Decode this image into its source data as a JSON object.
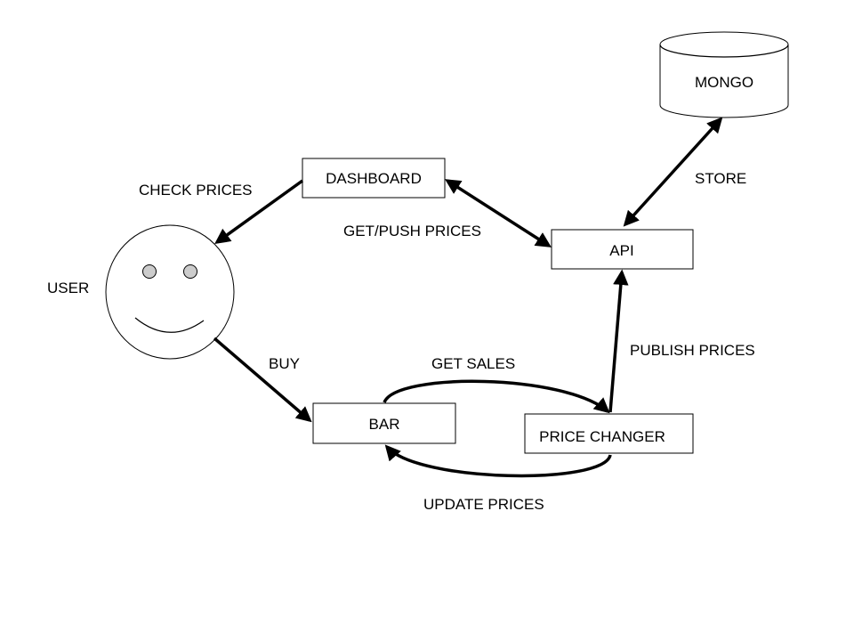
{
  "nodes": {
    "mongo": "MONGO",
    "dashboard": "DASHBOARD",
    "api": "API",
    "bar": "BAR",
    "price_changer": "PRICE CHANGER",
    "user": "USER"
  },
  "edges": {
    "check_prices": "CHECK PRICES",
    "get_push_prices": "GET/PUSH PRICES",
    "store": "STORE",
    "publish_prices": "PUBLISH PRICES",
    "buy": "BUY",
    "get_sales": "GET SALES",
    "update_prices": "UPDATE PRICES"
  }
}
